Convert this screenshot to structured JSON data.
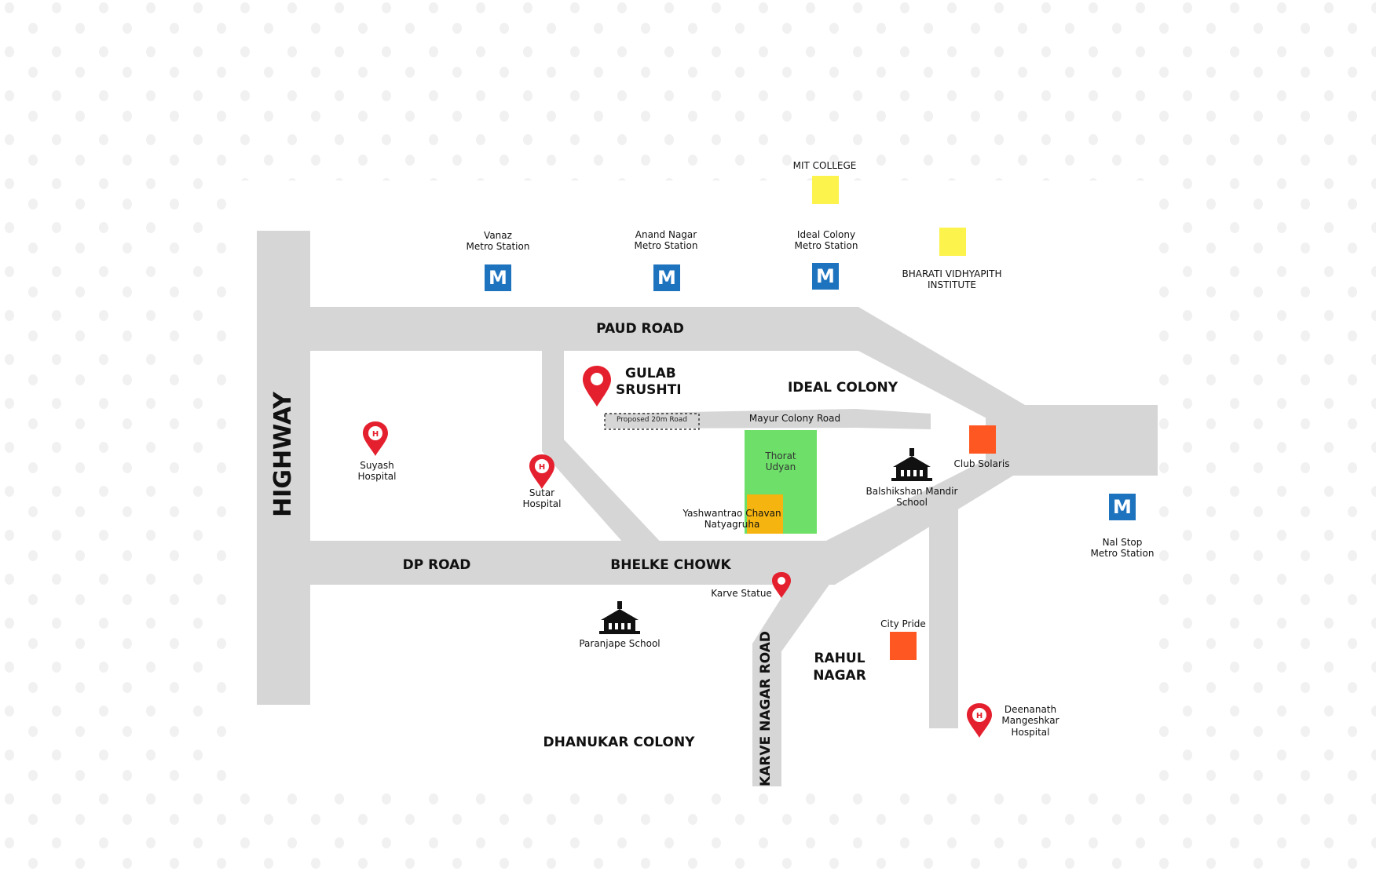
{
  "colors": {
    "road": "#d6d6d6",
    "metro": "#1e73be",
    "pin": "#e5202e",
    "college": "#fcf34c",
    "mall": "#ff5722",
    "park": "#6ee06a",
    "auditorium": "#f5b40f"
  },
  "roads": {
    "highway": "HIGHWAY",
    "paud": "PAUD ROAD",
    "dp": "DP ROAD",
    "karve_nagar": "KARVE NAGAR ROAD",
    "mayur_colony": "Mayur Colony Road",
    "proposed": "Proposed 20m Road"
  },
  "areas": {
    "ideal_colony": "IDEAL COLONY",
    "bhelke_chowk": "BHELKE CHOWK",
    "rahul_nagar_1": "RAHUL",
    "rahul_nagar_2": "NAGAR",
    "dhanukar_colony": "DHANUKAR COLONY"
  },
  "project": {
    "line1": "GULAB",
    "line2": "SRUSHTI",
    "icon": "location-pin-icon"
  },
  "metro": {
    "letter": "M",
    "vanaz_1": "Vanaz",
    "vanaz_2": "Metro Station",
    "anand_1": "Anand Nagar",
    "anand_2": "Metro Station",
    "ideal_1": "Ideal Colony",
    "ideal_2": "Metro Station",
    "nal_1": "Nal Stop",
    "nal_2": "Metro Station"
  },
  "colleges": {
    "mit": "MIT COLLEGE",
    "bharati_1": "BHARATI VIDHYAPITH",
    "bharati_2": "INSTITUTE"
  },
  "hospitals": {
    "icon": "hospital-pin-icon",
    "letter": "H",
    "suyash_1": "Suyash",
    "suyash_2": "Hospital",
    "sutar_1": "Sutar",
    "sutar_2": "Hospital",
    "deenanath_1": "Deenanath",
    "deenanath_2": "Mangeshkar",
    "deenanath_3": "Hospital"
  },
  "landmarks": {
    "thorat_1": "Thorat",
    "thorat_2": "Udyan",
    "yashwantrao_1": "Yashwantrao Chavan",
    "yashwantrao_2": "Natyagruha",
    "club_solaris": "Club Solaris",
    "city_pride": "City Pride",
    "karve_statue": "Karve Statue",
    "balshikshan_1": "Balshikshan Mandir",
    "balshikshan_2": "School",
    "paranjape": "Paranjape School",
    "school_icon": "school-building-icon"
  }
}
